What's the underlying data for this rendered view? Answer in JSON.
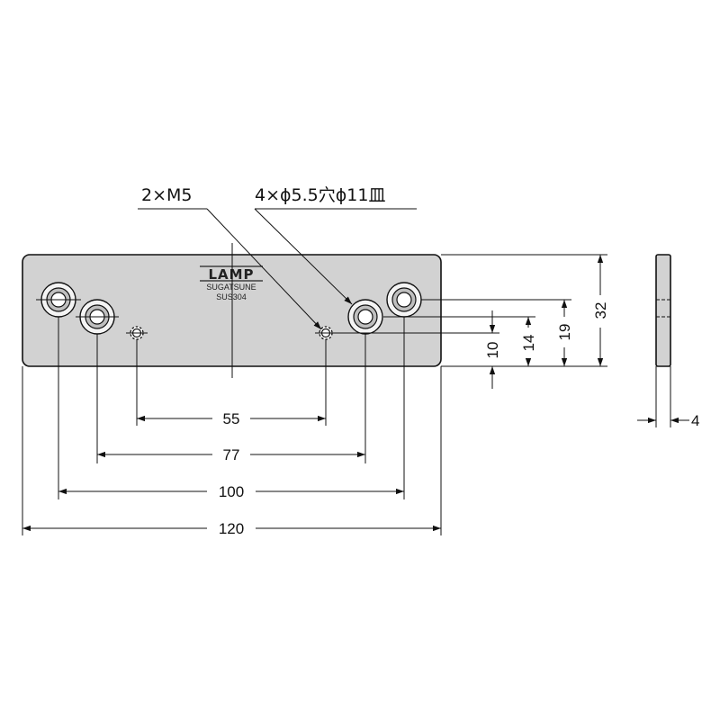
{
  "callouts": {
    "tapped_holes": "2×M5",
    "countersunk_holes": "4×ϕ5.5穴ϕ11皿"
  },
  "stamp": {
    "brand": "LAMP",
    "maker": "SUGATSUNE",
    "material": "SUS304"
  },
  "dimensions": {
    "tap_pitch": "55",
    "inner_hole_pitch": "77",
    "outer_hole_pitch": "100",
    "overall_length": "120",
    "overall_height": "32",
    "height_19": "19",
    "height_14": "14",
    "height_10": "10",
    "thickness": "4"
  },
  "colors": {
    "plate_fill": "#d2d2d2",
    "line": "#111111"
  }
}
